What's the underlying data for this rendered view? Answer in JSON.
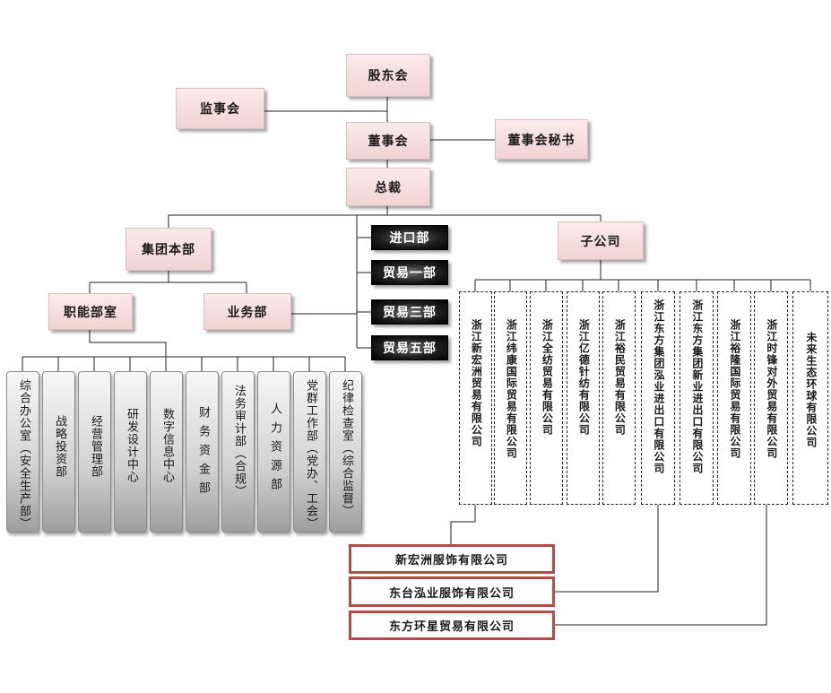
{
  "top": {
    "shareholders": "股东会",
    "supervisors": "监事会",
    "board": "董事会",
    "board_secretary": "董事会秘书",
    "president": "总裁"
  },
  "group_hq": {
    "label": "集团本部",
    "functional": "职能部室",
    "business": "业务部",
    "departments": [
      "综合办公室（安全生产部）",
      "战略投资部",
      "经营管理部",
      "研发设计中心",
      "数字信息中心",
      "财务资金部",
      "法务审计部（合规）",
      "人力资源部",
      "党群工作部（党办、工会）",
      "纪律检查室（综合监督）"
    ]
  },
  "trade_units": [
    "进口部",
    "贸易一部",
    "贸易三部",
    "贸易五部"
  ],
  "subsidiaries": {
    "label": "子公司",
    "items": [
      "浙江新宏洲贸易有限公司",
      "浙江纬康国际贸易有限公司",
      "浙江全纺贸易有限公司",
      "浙江亿德针纺有限公司",
      "浙江裕民贸易有限公司",
      "浙江东方集团泓业进出口有限公司",
      "浙江东方集团新业进出口有限公司",
      "浙江裕隆国际贸易有限公司",
      "浙江时锋对外贸易有限公司",
      "未来生态环球有限公司"
    ],
    "sub_companies": [
      "新宏洲服饰有限公司",
      "东台泓业服饰有限公司",
      "东方环星贸易有限公司"
    ]
  }
}
